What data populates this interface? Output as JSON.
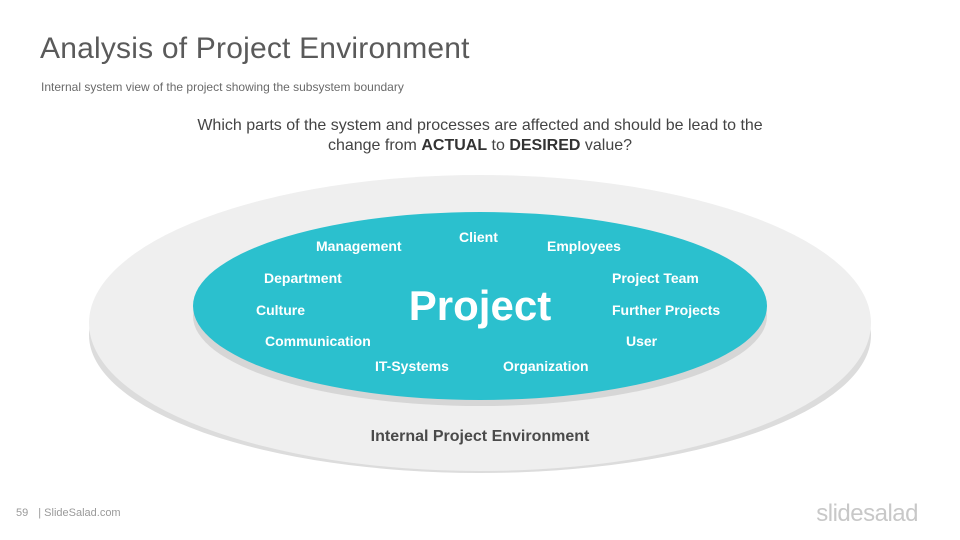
{
  "slide": {
    "title": "Analysis of Project Environment",
    "subtitle": "Internal system view of the project showing the subsystem boundary"
  },
  "question": {
    "line1": "Which parts of the system and processes are affected and should be lead to the",
    "line2_pre": "change from ",
    "actual": "ACTUAL",
    "line2_mid": " to ",
    "desired": "DESIRED",
    "line2_post": " value?"
  },
  "diagram": {
    "center_label": "Project",
    "outer_label": "Internal Project Environment",
    "factors": {
      "management": "Management",
      "client": "Client",
      "employees": "Employees",
      "department": "Department",
      "project_team": "Project Team",
      "culture": "Culture",
      "further_projects": "Further Projects",
      "communication": "Communication",
      "user": "User",
      "it_systems": "IT-Systems",
      "organization": "Organization"
    },
    "colors": {
      "inner": "#2bc0ce",
      "inner_shadow": "#1f9fab",
      "outer": "#efefef",
      "outer_shadow": "#dcdcdc"
    }
  },
  "footer": {
    "page_number": "59",
    "site": "| SlideSalad.com",
    "logo": "slidesalad"
  }
}
